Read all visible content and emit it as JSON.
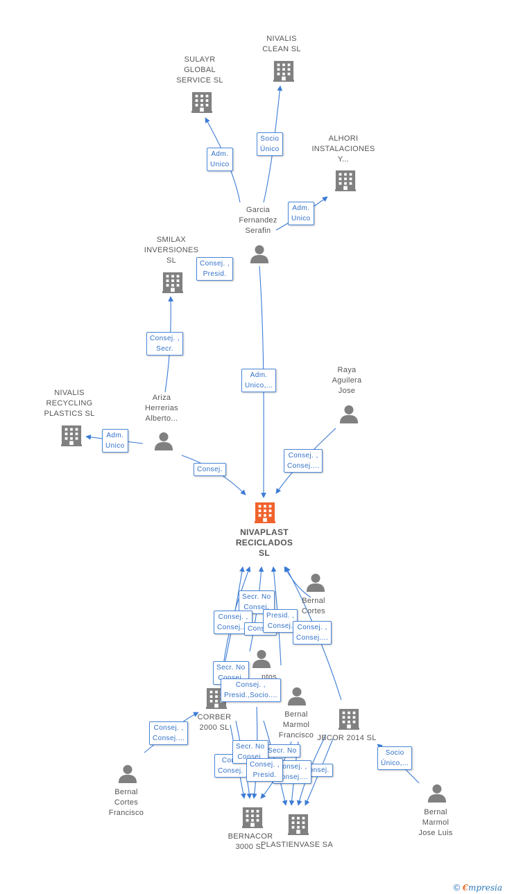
{
  "nodes": {
    "nivalis_clean": {
      "label": "NIVALIS\nCLEAN SL",
      "type": "company"
    },
    "sulayr": {
      "label": "SULAYR\nGLOBAL\nSERVICE SL",
      "type": "company"
    },
    "alhori": {
      "label": "ALHORI\nINSTALACIONES\nY...",
      "type": "company"
    },
    "garcia": {
      "label": "Garcia\nFernandez\nSerafin",
      "type": "person"
    },
    "smilax": {
      "label": "SMILAX\nINVERSIONES\nSL",
      "type": "company"
    },
    "nivalis_recycling": {
      "label": "NIVALIS\nRECYCLING\nPLASTICS SL",
      "type": "company"
    },
    "ariza": {
      "label": "Ariza\nHerrerias\nAlberto...",
      "type": "person"
    },
    "raya": {
      "label": "Raya\nAguilera\nJose",
      "type": "person"
    },
    "nivaplast": {
      "label": "NIVAPLAST\nRECICLADOS\nSL",
      "type": "main"
    },
    "bernal_cortes_top": {
      "label": "Bernal\nCortes",
      "type": "person"
    },
    "middle_person": {
      "label": "...ntos",
      "type": "person"
    },
    "corber": {
      "label": "CORBER\n2000  SL",
      "type": "company"
    },
    "bernal_marmol_francisco": {
      "label": "Bernal\nMarmol\nFrancisco",
      "type": "person"
    },
    "jbcor": {
      "label": "JBCOR 2014  SL",
      "type": "company"
    },
    "bernal_cortes_francisco": {
      "label": "Bernal\nCortes\nFrancisco",
      "type": "person"
    },
    "bernal_marmol_jose_luis": {
      "label": "Bernal\nMarmol\nJose Luis",
      "type": "person"
    },
    "bernacor": {
      "label": "BERNACOR\n3000 SL",
      "type": "company"
    },
    "plastienvase": {
      "label": "PLASTIENVASE SA",
      "type": "company"
    }
  },
  "edge_labels": {
    "e1": "Adm.\nUnico",
    "e2": "Socio\nÚnico",
    "e3": "Adm.\nUnico",
    "e4": "Consej. ,\nPresid.",
    "e5": "Consej. ,\nSecr.",
    "e6": "Adm.\nUnico,...",
    "e7": "Adm.\nUnico",
    "e8": "Consej.",
    "e9": "Consej. ,\nConsej....",
    "e10": "Secr.  No\nConsej.",
    "e11": "Consej. ,\nConsej....",
    "e12": "Presid. ,\nConsej.",
    "e13": "Consej.",
    "e14": "Consej. ,\nConsej....",
    "e15": "Secr.  No\nConsej.",
    "e16": "Consej. ,\nPresid.,Socio....",
    "e17": "Consej. ,\nConsej....",
    "e18": "Socio\nÚnico,...",
    "e19": "Secr.  No\nConsej.",
    "e20": "Secr.  No",
    "e21": "Cons\nConsej.",
    "e22": "Consej. ,\nPresid.",
    "e23": "Consej. ,\nConsej....",
    "e24": "Consej."
  },
  "colors": {
    "edge": "#3a7bd5",
    "node_icon": "#808080",
    "main_icon": "#f0622c",
    "label_border": "#4a86d8"
  },
  "footer": {
    "copyright": "©",
    "brand_e": "€",
    "brand_rest": "mpresia"
  }
}
